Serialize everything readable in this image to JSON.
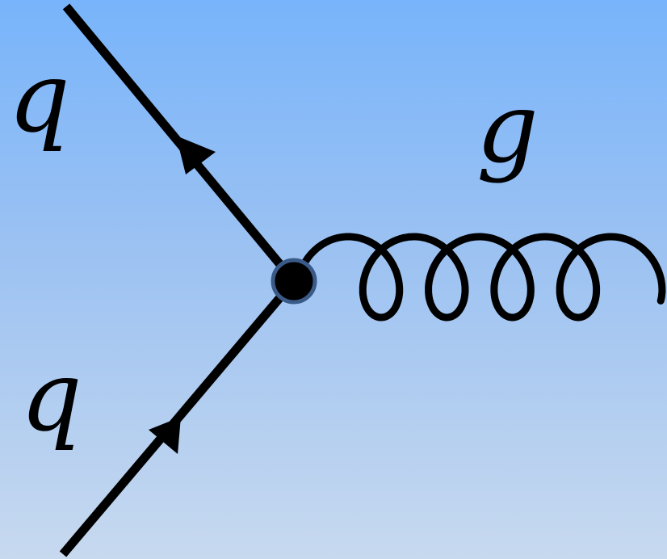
{
  "diagram": {
    "labels": {
      "outgoing_quark": "q",
      "incoming_quark": "q",
      "gluon": "g"
    },
    "colors": {
      "background_top": "#78b4fb",
      "background_bottom": "#c7d9ef",
      "line": "#000000",
      "vertex_fill": "#000000",
      "vertex_ring": "#3a5a88"
    }
  }
}
